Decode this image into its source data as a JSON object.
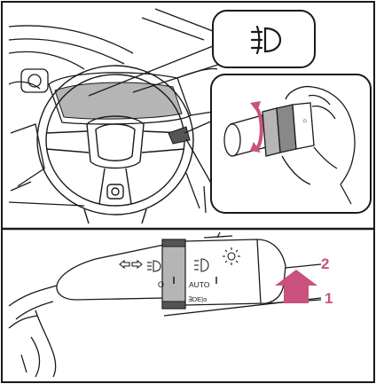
{
  "callouts": {
    "step_2": "2",
    "step_1": "1"
  },
  "switch_labels": {
    "auto": "AUTO",
    "off": "0",
    "drl_off": "⌹⃝",
    "zero": "O"
  },
  "icons": {
    "fog_light": "front-fog-light-icon",
    "headlight": "headlight-icon",
    "turn_signal": "turn-signal-arrows-icon",
    "sun": "light-sun-icon",
    "up_arrow": "pink-up-arrow-icon",
    "rotate_arrow": "pink-rotate-arrow-icon"
  },
  "colors": {
    "accent": "#c9527e",
    "shade": "#b5b5b5",
    "line": "#1a1a1a"
  }
}
